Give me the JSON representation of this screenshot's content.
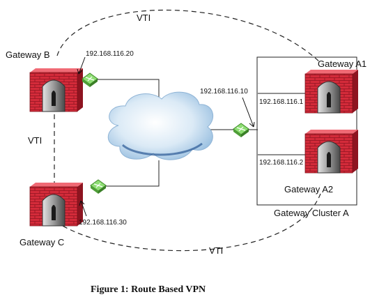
{
  "gateways": {
    "b": {
      "label": "Gateway B",
      "ip": "192.168.116.20"
    },
    "c": {
      "label": "Gateway C",
      "ip": "192.168.116.30"
    },
    "a1": {
      "label": "Gateway A1",
      "ip": "192.168.116.1"
    },
    "a2": {
      "label": "Gateway A2",
      "ip": "192.168.116.2"
    }
  },
  "cluster": {
    "label": "Gateway Cluster A",
    "ip": "192.168.116.10"
  },
  "tunnels": {
    "top": "VTI",
    "left": "VTI",
    "bottom": "VTI"
  },
  "caption": "Figure 1: Route Based VPN",
  "colors": {
    "firewall": "#d42b3a",
    "switch": "#7fd26a",
    "cloud": "#d7eaf7"
  },
  "icons": {
    "firewall": "firewall-icon",
    "switch": "switch-icon",
    "cloud": "cloud-icon"
  }
}
